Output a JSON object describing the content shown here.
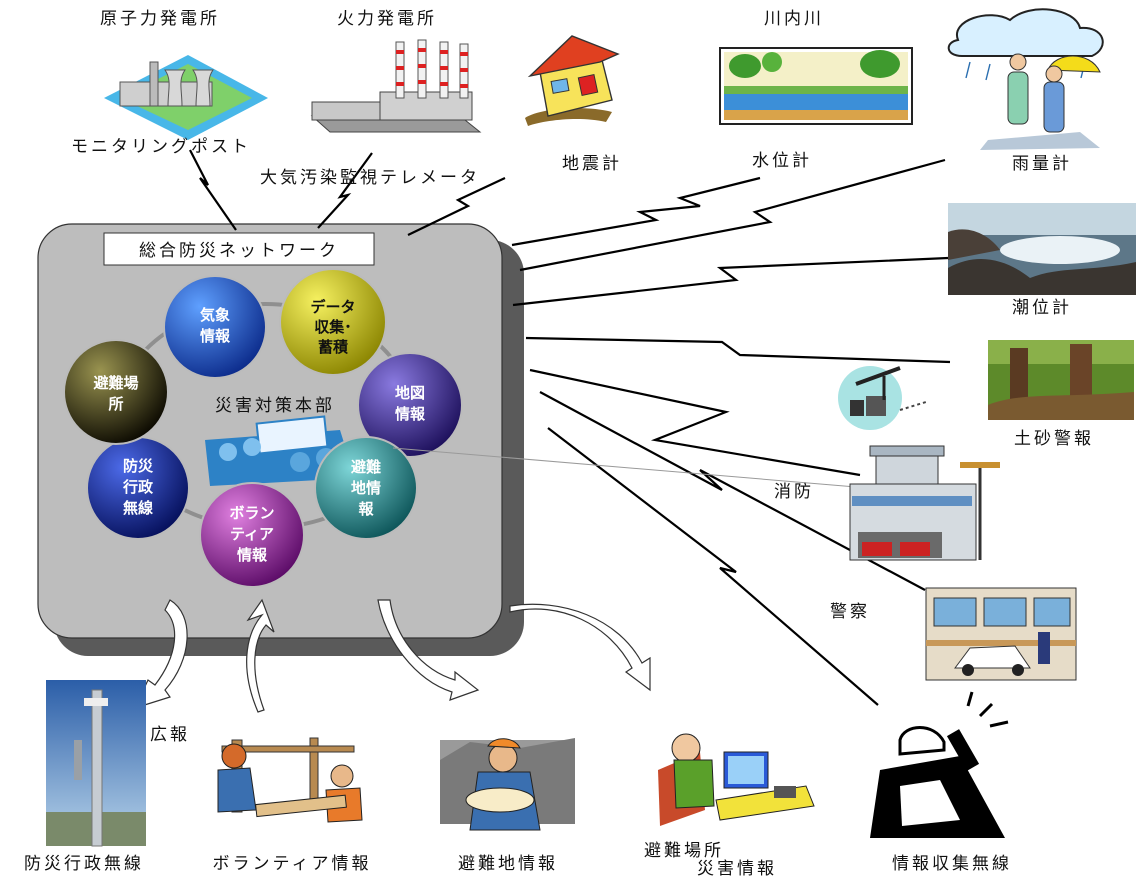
{
  "network": {
    "title": "総合防災ネットワーク",
    "center_label": "災害対策本部",
    "nodes": [
      {
        "label": "気象\n情報",
        "color": "#1a3fa8"
      },
      {
        "label": "データ\n収集･\n蓄積",
        "color": "#b8b000"
      },
      {
        "label": "地図\n情報",
        "color": "#33207a"
      },
      {
        "label": "避難\n地情\n報",
        "color": "#1f7f84"
      },
      {
        "label": "ボラン\nティア\n情報",
        "color": "#8a2a8c"
      },
      {
        "label": "防災\n行政\n無線",
        "color": "#101f8a"
      },
      {
        "label": "避難場\n所",
        "color": "#1e1a00"
      }
    ]
  },
  "sources": {
    "nuclear_plant": "原子力発電所",
    "thermal_plant": "火力発電所",
    "river": "川内川",
    "monitoring_post": "モニタリングポスト",
    "air_telemeter": "大気汚染監視テレメータ",
    "seismometer": "地震計",
    "water_gauge": "水位計",
    "rain_gauge": "雨量計",
    "tide_gauge": "潮位計",
    "landslide": "土砂警報",
    "fire_dept": "消防",
    "police": "警察"
  },
  "outputs": {
    "publicity": "広報",
    "admin_radio": "防災行政無線",
    "volunteer": "ボランティア情報",
    "evac_site_info": "避難地情報",
    "evac_place": "避難場所",
    "disaster_info": "災害情報",
    "collection_radio": "情報収集無線"
  }
}
